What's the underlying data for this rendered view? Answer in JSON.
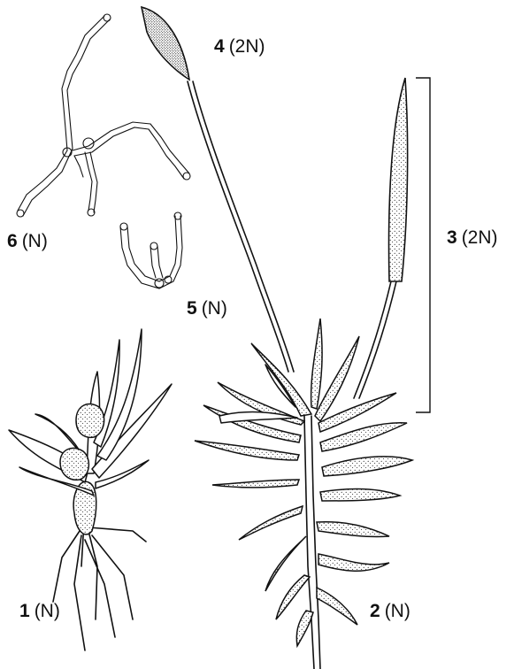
{
  "labels": {
    "gametophyte_with_buds": {
      "number": "1",
      "ploidy": "(N)"
    },
    "leafy_gametophyte": {
      "number": "2",
      "ploidy": "(N)"
    },
    "sporophyte_bracket": {
      "number": "3",
      "ploidy": "(2N)"
    },
    "capsule_sporophyte": {
      "number": "4",
      "ploidy": "(2N)"
    },
    "protonema_bud": {
      "number": "5",
      "ploidy": "(N)"
    },
    "protonema": {
      "number": "6",
      "ploidy": "(N)"
    }
  }
}
